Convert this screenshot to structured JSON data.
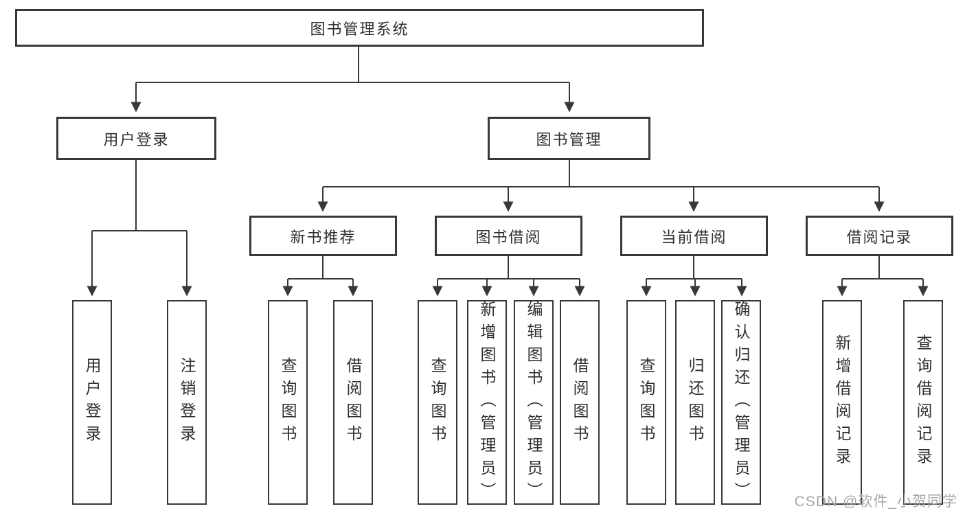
{
  "diagram": {
    "type": "tree",
    "root": {
      "label": "图书管理系统"
    },
    "level2": {
      "user_login": {
        "label": "用户登录"
      },
      "book_management": {
        "label": "图书管理"
      }
    },
    "level3": {
      "new_book_recommend": {
        "label": "新书推荐",
        "parent": "图书管理"
      },
      "book_borrowing": {
        "label": "图书借阅",
        "parent": "图书管理"
      },
      "current_borrowing": {
        "label": "当前借阅",
        "parent": "图书管理"
      },
      "borrowing_records": {
        "label": "借阅记录",
        "parent": "图书管理"
      }
    },
    "leaves": [
      {
        "label": "用户登录",
        "parent": "用户登录"
      },
      {
        "label": "注销登录",
        "parent": "用户登录"
      },
      {
        "label": "查询图书",
        "parent": "新书推荐"
      },
      {
        "label": "借阅图书",
        "parent": "新书推荐"
      },
      {
        "label": "查询图书",
        "parent": "图书借阅"
      },
      {
        "label": "新增图书（管理员）",
        "parent": "图书借阅"
      },
      {
        "label": "编辑图书（管理员）",
        "parent": "图书借阅"
      },
      {
        "label": "借阅图书",
        "parent": "图书借阅"
      },
      {
        "label": "查询图书",
        "parent": "当前借阅"
      },
      {
        "label": "归还图书",
        "parent": "当前借阅"
      },
      {
        "label": "确认归还（管理员）",
        "parent": "当前借阅"
      },
      {
        "label": "新增借阅记录",
        "parent": "借阅记录"
      },
      {
        "label": "查询借阅记录",
        "parent": "借阅记录"
      }
    ]
  },
  "watermark": {
    "text": "CSDN @软件_小贺同学",
    "color": "#a6a6a6"
  },
  "colors": {
    "line": "#383838",
    "text": "#2f2f2f",
    "box_background": "#ffffff",
    "page_background": "#ffffff"
  }
}
